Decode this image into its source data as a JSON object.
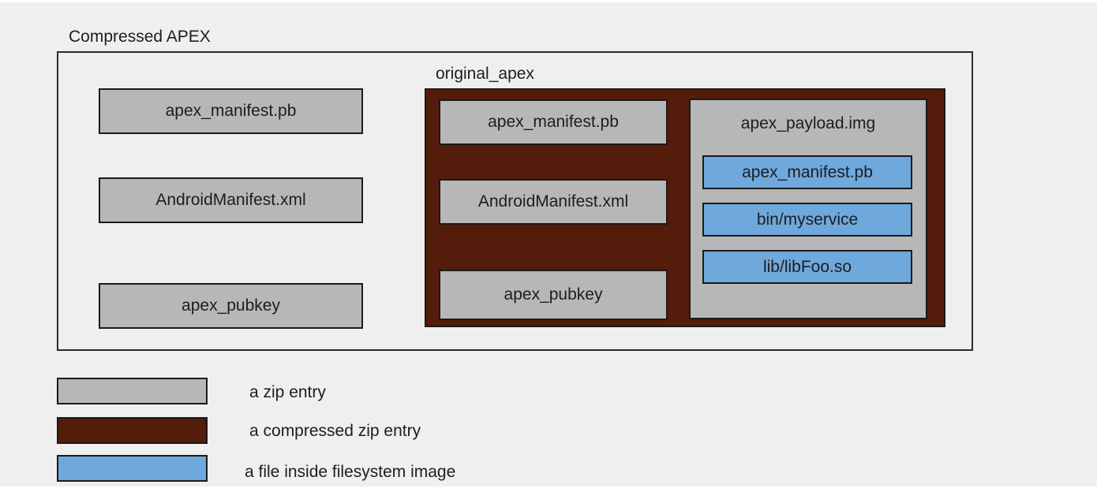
{
  "title": "Compressed APEX",
  "outer_zip_entries": [
    "apex_manifest.pb",
    "AndroidManifest.xml",
    "apex_pubkey"
  ],
  "original_apex": {
    "label": "original_apex",
    "zip_entries": [
      "apex_manifest.pb",
      "AndroidManifest.xml",
      "apex_pubkey"
    ],
    "payload": {
      "label": "apex_payload.img",
      "files": [
        "apex_manifest.pb",
        "bin/myservice",
        "lib/libFoo.so"
      ]
    }
  },
  "legend": {
    "items": [
      {
        "label": "a zip entry",
        "color": "#b7b7b7"
      },
      {
        "label": "a compressed zip entry",
        "color": "#541c0a"
      },
      {
        "label": "a file inside filesystem image",
        "color": "#6fa8dc"
      }
    ]
  },
  "colors": {
    "zip_entry": "#b7b7b7",
    "compressed_zip_entry": "#541c0a",
    "filesystem_file": "#6fa8dc",
    "border": "#1a1a1a",
    "background": "#efefef"
  }
}
